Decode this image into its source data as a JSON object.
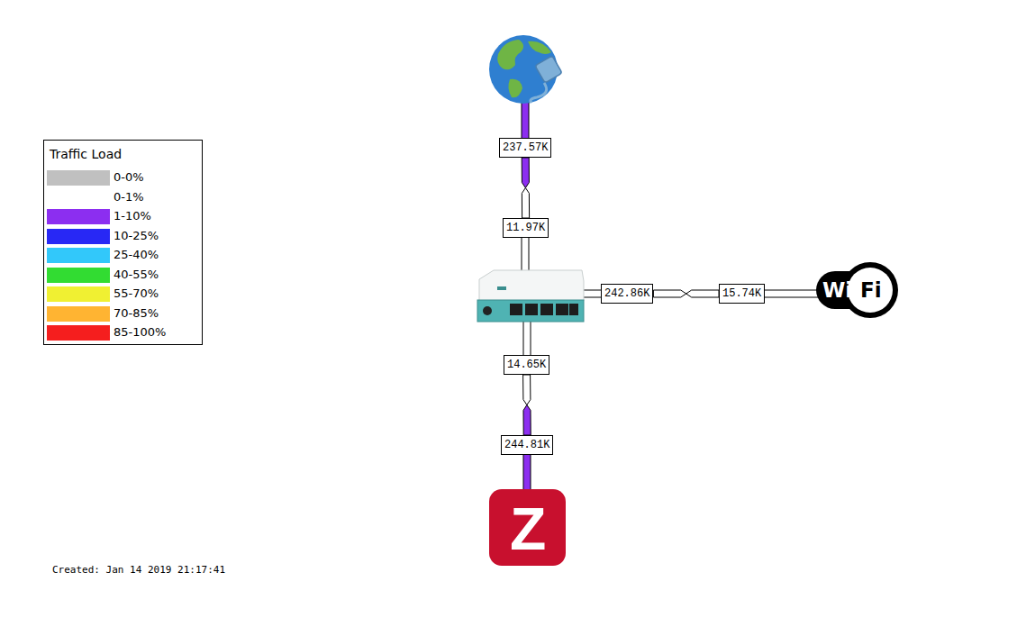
{
  "diagram": {
    "nodes": [
      {
        "text": [
          "237.57K"
        ]
      },
      {
        "text": [
          "11.97K"
        ]
      },
      {
        "text": [
          "242.86K"
        ]
      },
      {
        "text": [
          "15.74K"
        ]
      },
      {
        "text": [
          "14.65K"
        ]
      },
      {
        "text": [
          "244.81K"
        ]
      }
    ],
    "edges": [
      {
        "from": 0,
        "to": 1,
        "arrow": "none"
      },
      {
        "from": 2,
        "to": 3,
        "arrow": "none"
      },
      {
        "from": 4,
        "to": 5,
        "arrow": "none"
      }
    ],
    "labels": [
      "Traffic Load",
      "Wi",
      "Fi",
      "Z",
      "Created: Jan 14 2019 21:17:41"
    ],
    "legend": [
      {
        "text": "0-0%",
        "color": "#c0c0c0"
      },
      {
        "text": "0-1%",
        "color": "#ffffff"
      },
      {
        "text": "1-10%",
        "color": "#8c2ef0"
      },
      {
        "text": "10-25%",
        "color": "#2828f5"
      },
      {
        "text": "25-40%",
        "color": "#32c8fa"
      },
      {
        "text": "40-55%",
        "color": "#32dc32"
      },
      {
        "text": "55-70%",
        "color": "#f0f032"
      },
      {
        "text": "70-85%",
        "color": "#ffb432"
      },
      {
        "text": "85-100%",
        "color": "#f51e1e"
      }
    ]
  }
}
